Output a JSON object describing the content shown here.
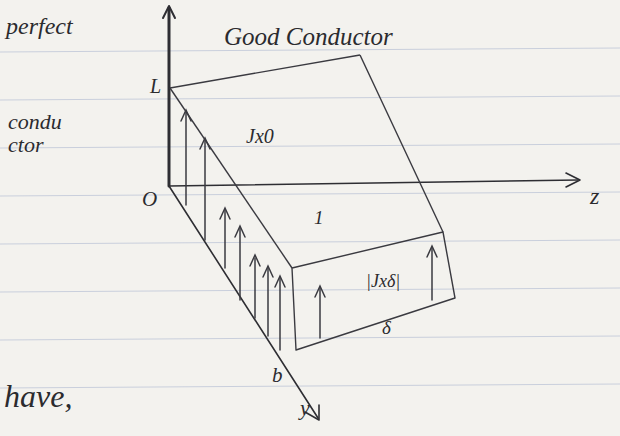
{
  "diagram": {
    "labels": [
      "perfect",
      "condu ctor",
      "Good Conductor",
      "L",
      "Jx0",
      "O",
      "1",
      "|Jxδ|",
      "δ",
      "b",
      "y",
      "z",
      "have,"
    ]
  }
}
